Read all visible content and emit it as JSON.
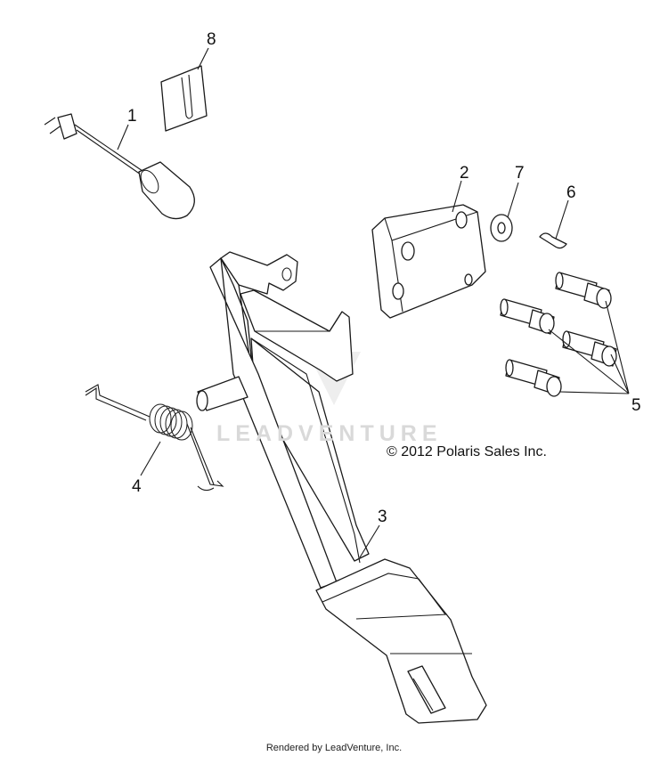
{
  "diagram": {
    "callouts": [
      {
        "id": "c1",
        "text": "1"
      },
      {
        "id": "c2",
        "text": "2"
      },
      {
        "id": "c3",
        "text": "3"
      },
      {
        "id": "c4",
        "text": "4"
      },
      {
        "id": "c5",
        "text": "5"
      },
      {
        "id": "c6",
        "text": "6"
      },
      {
        "id": "c7",
        "text": "7"
      },
      {
        "id": "c8",
        "text": "8"
      }
    ],
    "copyright": "© 2012 Polaris Sales Inc.",
    "watermark": "LEADVENTURE",
    "footer": "Rendered by LeadVenture, Inc."
  }
}
